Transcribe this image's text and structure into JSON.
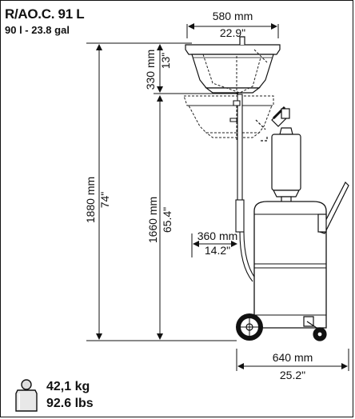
{
  "header": {
    "model": "R/AO.C. 91 L",
    "capacity": "90 l - 23.8 gal"
  },
  "dimensions": {
    "bowl_width_mm": "580 mm",
    "bowl_width_in": "22.9\"",
    "bowl_depth_mm": "330 mm",
    "bowl_depth_in": "13\"",
    "total_height_mm": "1880 mm",
    "total_height_in": "74\"",
    "lower_height_mm": "1660 mm",
    "lower_height_in": "65.4\"",
    "reach_mm": "360 mm",
    "reach_in": "14.2\"",
    "base_width_mm": "640 mm",
    "base_width_in": "25.2\""
  },
  "weight": {
    "kg": "42,1 kg",
    "lbs": "92.6 lbs"
  },
  "colors": {
    "line": "#111111",
    "dashed": "#222222",
    "fill": "#ffffff"
  }
}
